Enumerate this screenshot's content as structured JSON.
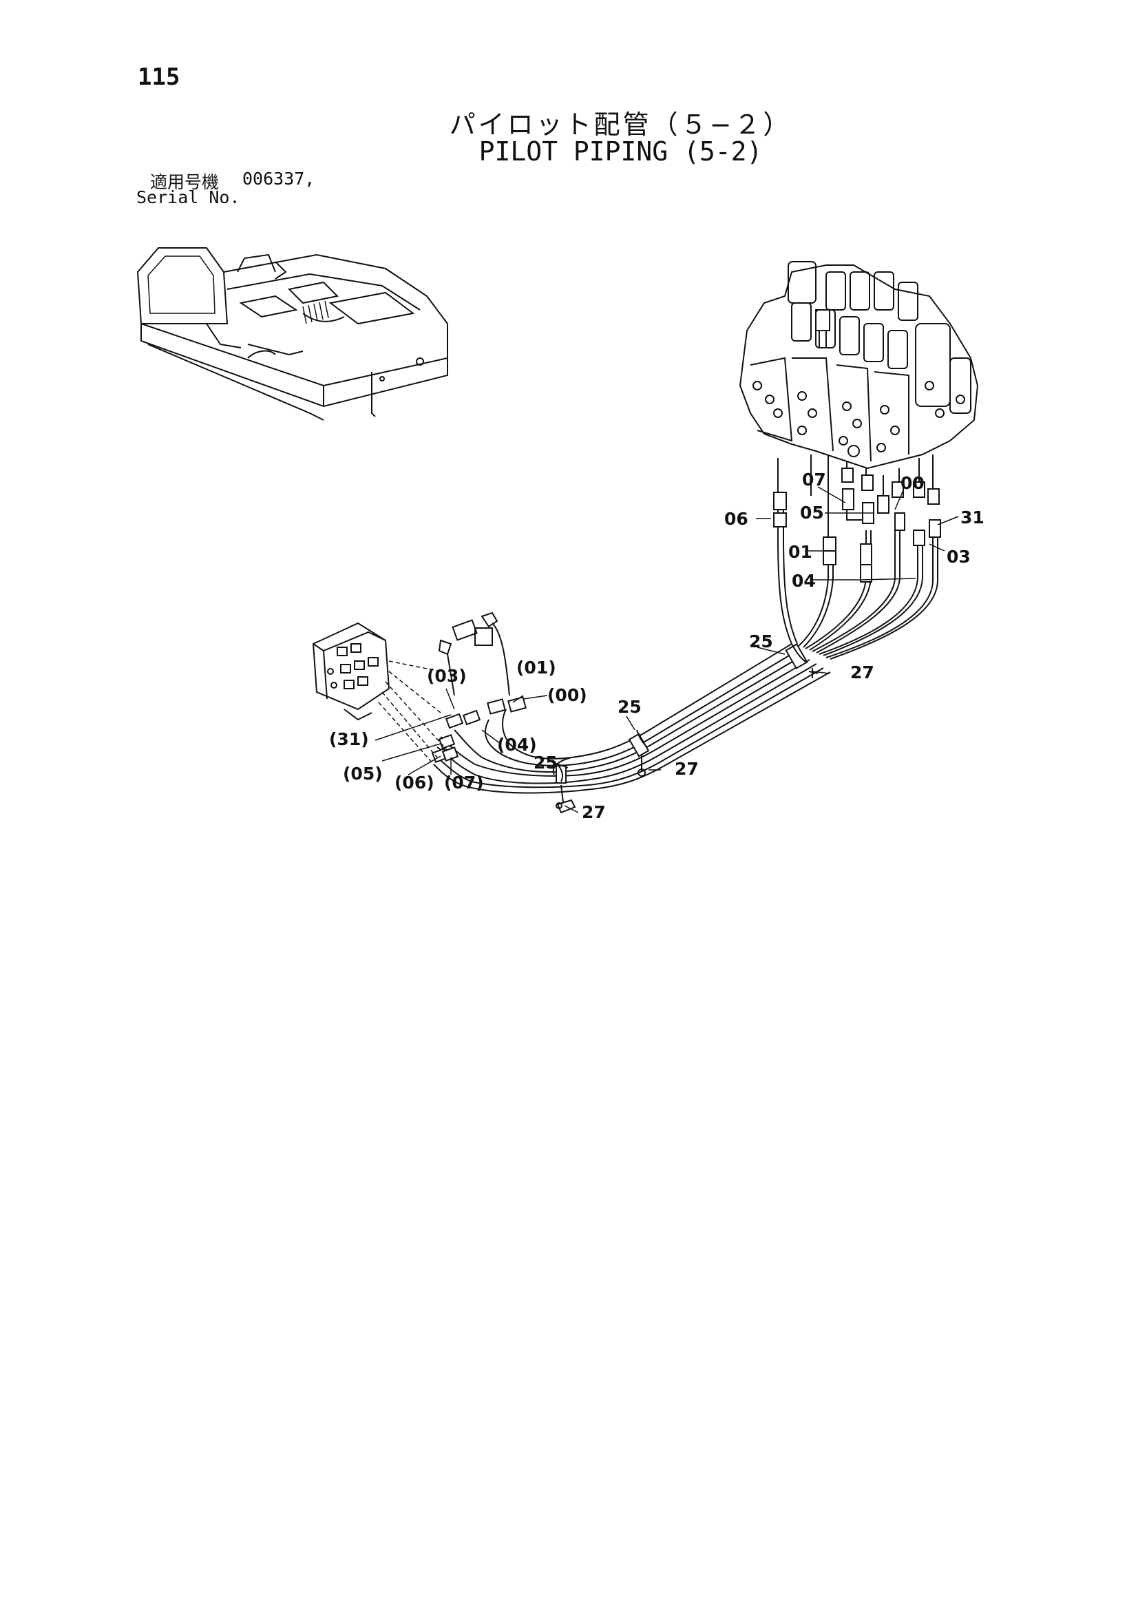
{
  "page_number": "115",
  "title_jp": "パイロット配管（５−２）",
  "title_en": "PILOT PIPING (5-2)",
  "serial": {
    "label_jp": "適用号機",
    "value": "006337,",
    "label_en": "Serial No."
  },
  "callouts": {
    "c07": "07",
    "c00": "00",
    "c06": "06",
    "c05": "05",
    "c31": "31",
    "c01": "01",
    "c03": "03",
    "c04": "04",
    "c25a": "25",
    "c27a": "27",
    "p01": "(01)",
    "p03": "(03)",
    "p00": "(00)",
    "c25b": "25",
    "p31": "(31)",
    "p04": "(04)",
    "c25c": "25",
    "c27b": "27",
    "p05": "(05)",
    "p06": "(06)",
    "p07": "(07)",
    "c27c": "27"
  }
}
